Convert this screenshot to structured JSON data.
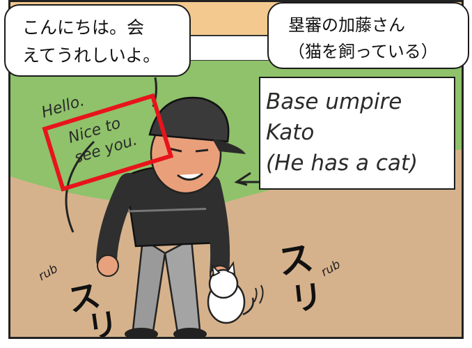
{
  "speech_left": {
    "line1": "こんにちは。会",
    "line2": "えてうれしいよ。"
  },
  "speech_right": {
    "line1": "塁審の加藤さん",
    "line2": "（猫を飼っている）"
  },
  "caption": {
    "line1": "Base umpire",
    "line2": "Kato",
    "line3": "(He has a cat)"
  },
  "hello": {
    "line1": "Hello.",
    "line2": "Nice to",
    "line3": "see you."
  },
  "sfx": {
    "left_kana_1": "ス",
    "left_kana_2": "リ",
    "right_kana_1": "ス",
    "right_kana_2": "リ",
    "rub_left": "rub",
    "rub_right": "rub"
  },
  "colors": {
    "highlight": "#e8141c",
    "grass": "#8fc26a",
    "dirt": "#d6b28c"
  }
}
